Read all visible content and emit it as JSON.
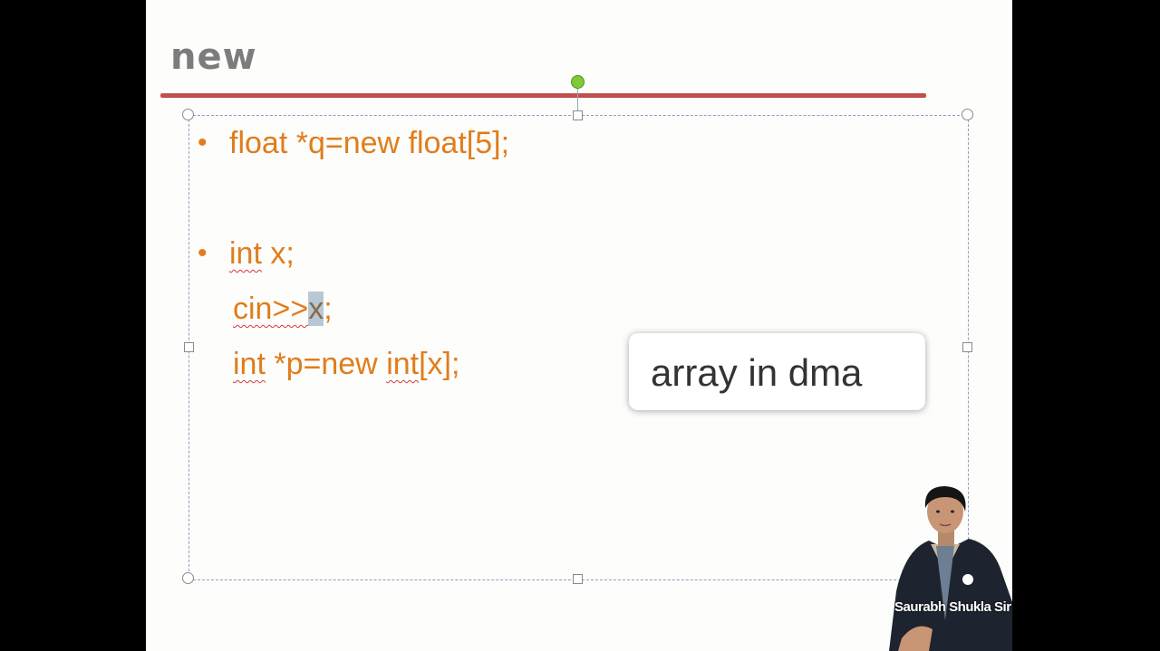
{
  "slide": {
    "title": "new",
    "lines": [
      {
        "parts": [
          {
            "t": "float *q=new float[5];"
          }
        ],
        "bullet": true
      },
      {
        "parts": [
          {
            "t": "int",
            "squig": true
          },
          {
            "t": " x;"
          }
        ],
        "bullet": true
      },
      {
        "parts": [
          {
            "t": "cin>>",
            "squig": true
          },
          {
            "t": "x",
            "sel": true
          },
          {
            "t": ";"
          }
        ],
        "bullet": false
      },
      {
        "parts": [
          {
            "t": "int",
            "squig": true
          },
          {
            "t": " *p=new "
          },
          {
            "t": "int",
            "squig": true
          },
          {
            "t": "[x];"
          }
        ],
        "bullet": false
      }
    ]
  },
  "tooltip": {
    "text": "array in dma"
  },
  "presenter": {
    "name": "Saurabh Shukla Sir"
  },
  "colors": {
    "title": "#7c7c7c",
    "rule": "#c0504d",
    "body_text": "#e07d1c",
    "rotate_handle": "#7ccb3b"
  },
  "icons": {
    "rotate_handle": "rotate-handle-icon",
    "resize_handles": "resize-handle-icon"
  }
}
